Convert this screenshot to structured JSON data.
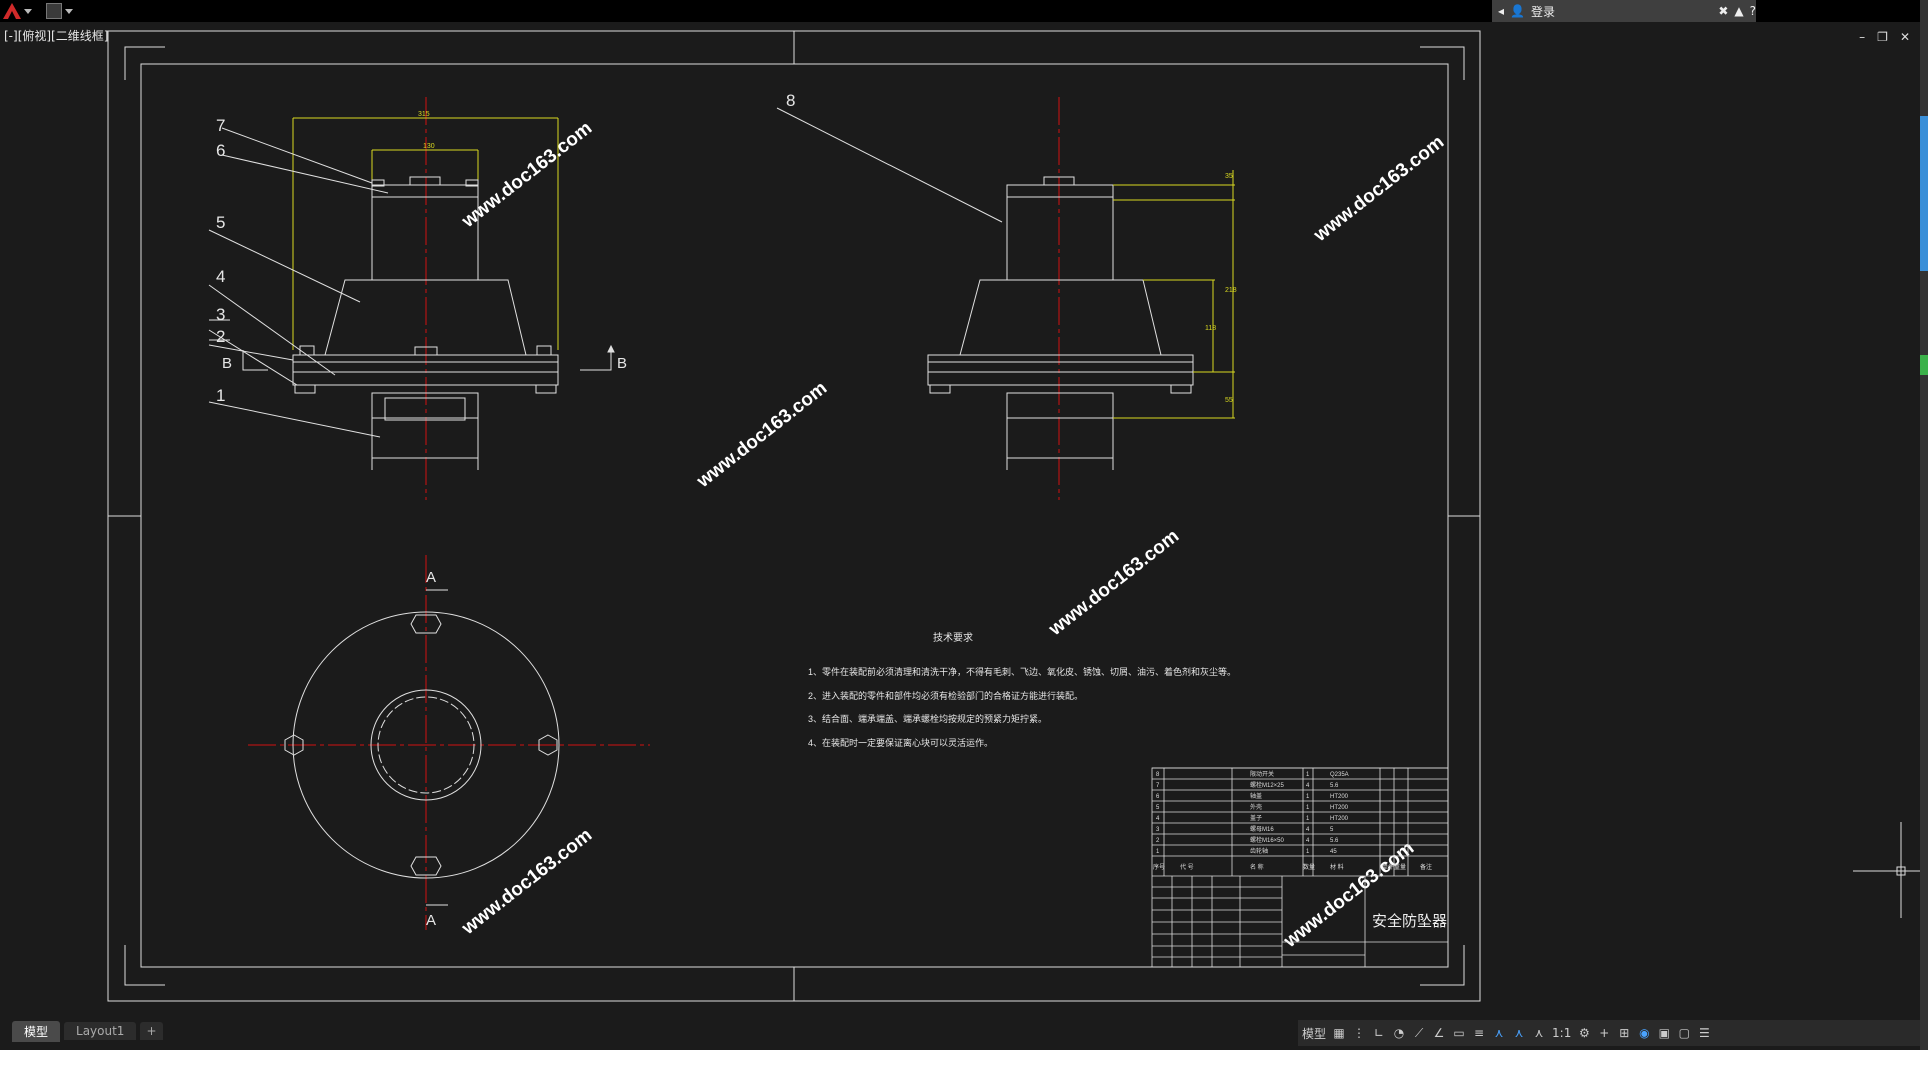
{
  "app": {
    "logo_icon": "autocad-a-icon",
    "viewport_label": "[-][俯视][二维线框]"
  },
  "ribbon": {
    "login_label": "登录",
    "help_icon": "help-icon"
  },
  "window_controls": {
    "minimize": "–",
    "restore": "❐",
    "close": "✕"
  },
  "drawing": {
    "part_labels": [
      "1",
      "2",
      "3",
      "4",
      "5",
      "6",
      "7",
      "8"
    ],
    "section_labels": {
      "b_left": "B",
      "b_right": "B",
      "a_top": "A",
      "a_bottom": "A"
    },
    "dims": {
      "d1": "315",
      "d2": "130",
      "d3": "35",
      "d4": "218",
      "d5": "118",
      "d6": "55"
    },
    "watermark": "www.doc163.com",
    "tech_title": "技术要求",
    "tech_items": [
      "1、零件在装配前必须清理和清洗干净，不得有毛刺、飞边、氧化皮、锈蚀、切屑、油污、着色剂和灰尘等。",
      "2、进入装配的零件和部件均必须有检验部门的合格证方能进行装配。",
      "3、结合面、端承端盖、端承螺栓均按规定的预紧力矩拧紧。",
      "4、在装配时一定要保证离心块可以灵活运作。"
    ],
    "bom": [
      {
        "no": "8",
        "name": "限动开关",
        "qty": "1",
        "mat": "Q235A"
      },
      {
        "no": "7",
        "name": "螺栓M12×25",
        "qty": "4",
        "mat": "5.6"
      },
      {
        "no": "6",
        "name": "轴盖",
        "qty": "1",
        "mat": "HT200"
      },
      {
        "no": "5",
        "name": "外壳",
        "qty": "1",
        "mat": "HT200"
      },
      {
        "no": "4",
        "name": "盖子",
        "qty": "1",
        "mat": "HT200"
      },
      {
        "no": "3",
        "name": "螺母M16",
        "qty": "4",
        "mat": "5"
      },
      {
        "no": "2",
        "name": "螺栓M16×50",
        "qty": "4",
        "mat": "5.6"
      },
      {
        "no": "1",
        "name": "齿轮轴",
        "qty": "1",
        "mat": "45"
      }
    ],
    "bom_header": {
      "no": "序号",
      "code": "代  号",
      "name": "名  称",
      "qty": "数量",
      "mat": "材  料",
      "weight": "单件重量",
      "note": "备注"
    },
    "title_text": "安全防坠器"
  },
  "tabs": {
    "model": "模型",
    "layout1": "Layout1",
    "add": "+"
  },
  "status": {
    "model": "模型",
    "scale": "1:1"
  }
}
